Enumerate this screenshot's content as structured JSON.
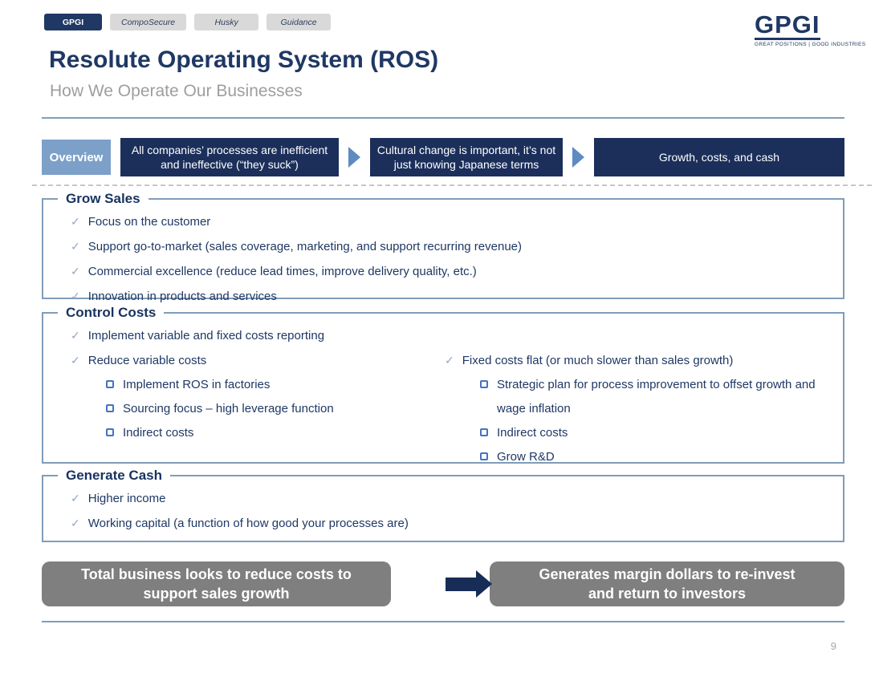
{
  "tabs": [
    {
      "label": "GPGI"
    },
    {
      "label": "CompoSecure"
    },
    {
      "label": "Husky"
    },
    {
      "label": "Guidance"
    }
  ],
  "logo": {
    "text": "GPGI",
    "tagline": "GREAT POSITIONS | GOOD INDUSTRIES"
  },
  "header": {
    "title": "Resolute Operating System (ROS)",
    "subtitle": "How We Operate Our Businesses"
  },
  "flow": {
    "label": "Overview",
    "steps": [
      "All companies’ processes are inefficient and ineffective (“they suck”)",
      "Cultural change is important, it’s not just knowing Japanese terms",
      "Growth, costs, and cash"
    ]
  },
  "grow_sales": {
    "title": "Grow Sales",
    "items": [
      "Focus on the customer",
      "Support go-to-market (sales coverage, marketing, and support recurring revenue)",
      "Commercial excellence (reduce lead times, improve delivery quality, etc.)",
      "Innovation in products and services"
    ]
  },
  "control_costs": {
    "title": "Control Costs",
    "left_item_1": "Implement variable and fixed costs reporting",
    "left_item_2": "Reduce variable costs",
    "left_subs": [
      "Implement ROS in factories",
      "Sourcing focus – high leverage function",
      "Indirect costs"
    ],
    "right_item_1": "Fixed costs flat (or much slower than sales growth)",
    "right_subs": [
      "Strategic plan for process improvement to offset growth and wage inflation",
      "Indirect costs",
      "Grow R&D"
    ]
  },
  "generate_cash": {
    "title": "Generate Cash",
    "items": [
      "Higher income",
      "Working capital (a function of how good your processes are)"
    ]
  },
  "conclusion": {
    "left": "Total business looks to reduce costs to support sales growth",
    "right": "Generates margin dollars to re-invest and return to investors"
  },
  "page_number": "9",
  "colors": {
    "navy": "#1f3864",
    "step_navy": "#1b2f5a",
    "light_blue": "#7da0c8",
    "frame_blue": "#7f9db9",
    "gray_box": "#7f7f7f"
  }
}
